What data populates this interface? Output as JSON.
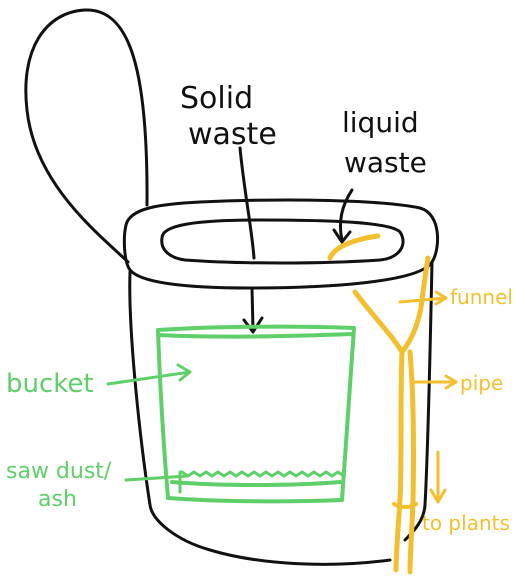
{
  "labels": {
    "solid_line1": "Solid",
    "solid_line2": "waste",
    "liquid_line1": "liquid",
    "liquid_line2": "waste",
    "funnel": "funnel",
    "pipe": "pipe",
    "to_plants": "to plants",
    "bucket": "bucket",
    "sawdust_line1": "saw dust/",
    "sawdust_line2": "ash"
  },
  "colors": {
    "ink": "#111111",
    "green": "#5fcf6a",
    "yellow": "#f3bf2e"
  }
}
